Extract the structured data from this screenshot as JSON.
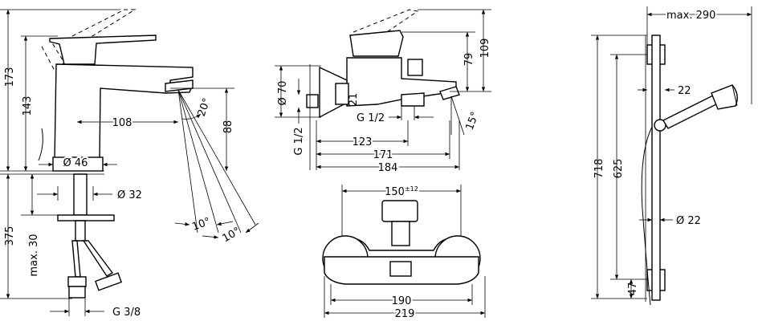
{
  "basin_mixer": {
    "height_total": "173",
    "height_spout": "143",
    "spout_reach": "108",
    "outlet_height": "88",
    "spray_angle": "20°",
    "swivel_angle_1": "10°",
    "swivel_angle_2": "10°",
    "body_diameter": "Ø 46",
    "shank_diameter": "Ø 32",
    "below_deck": "375",
    "max_deck": "max. 30",
    "connection": "G 3/8"
  },
  "bath_mixer_side": {
    "rosette_diameter": "Ø 70",
    "thread_in": "G 1/2",
    "thread_out": "G 1/2",
    "offset": "21",
    "height_lever": "109",
    "height_body": "79",
    "angle": "15°",
    "d_123": "123",
    "d_171": "171",
    "d_184": "184"
  },
  "bath_mixer_front": {
    "centres": "150",
    "tolerance": "±12",
    "d_190": "190",
    "d_219": "219"
  },
  "shower_rail": {
    "max_width": "max. 290",
    "height_total": "718",
    "height_rail": "625",
    "offset": "22",
    "rail_diameter": "Ø 22",
    "bottom": "47"
  }
}
